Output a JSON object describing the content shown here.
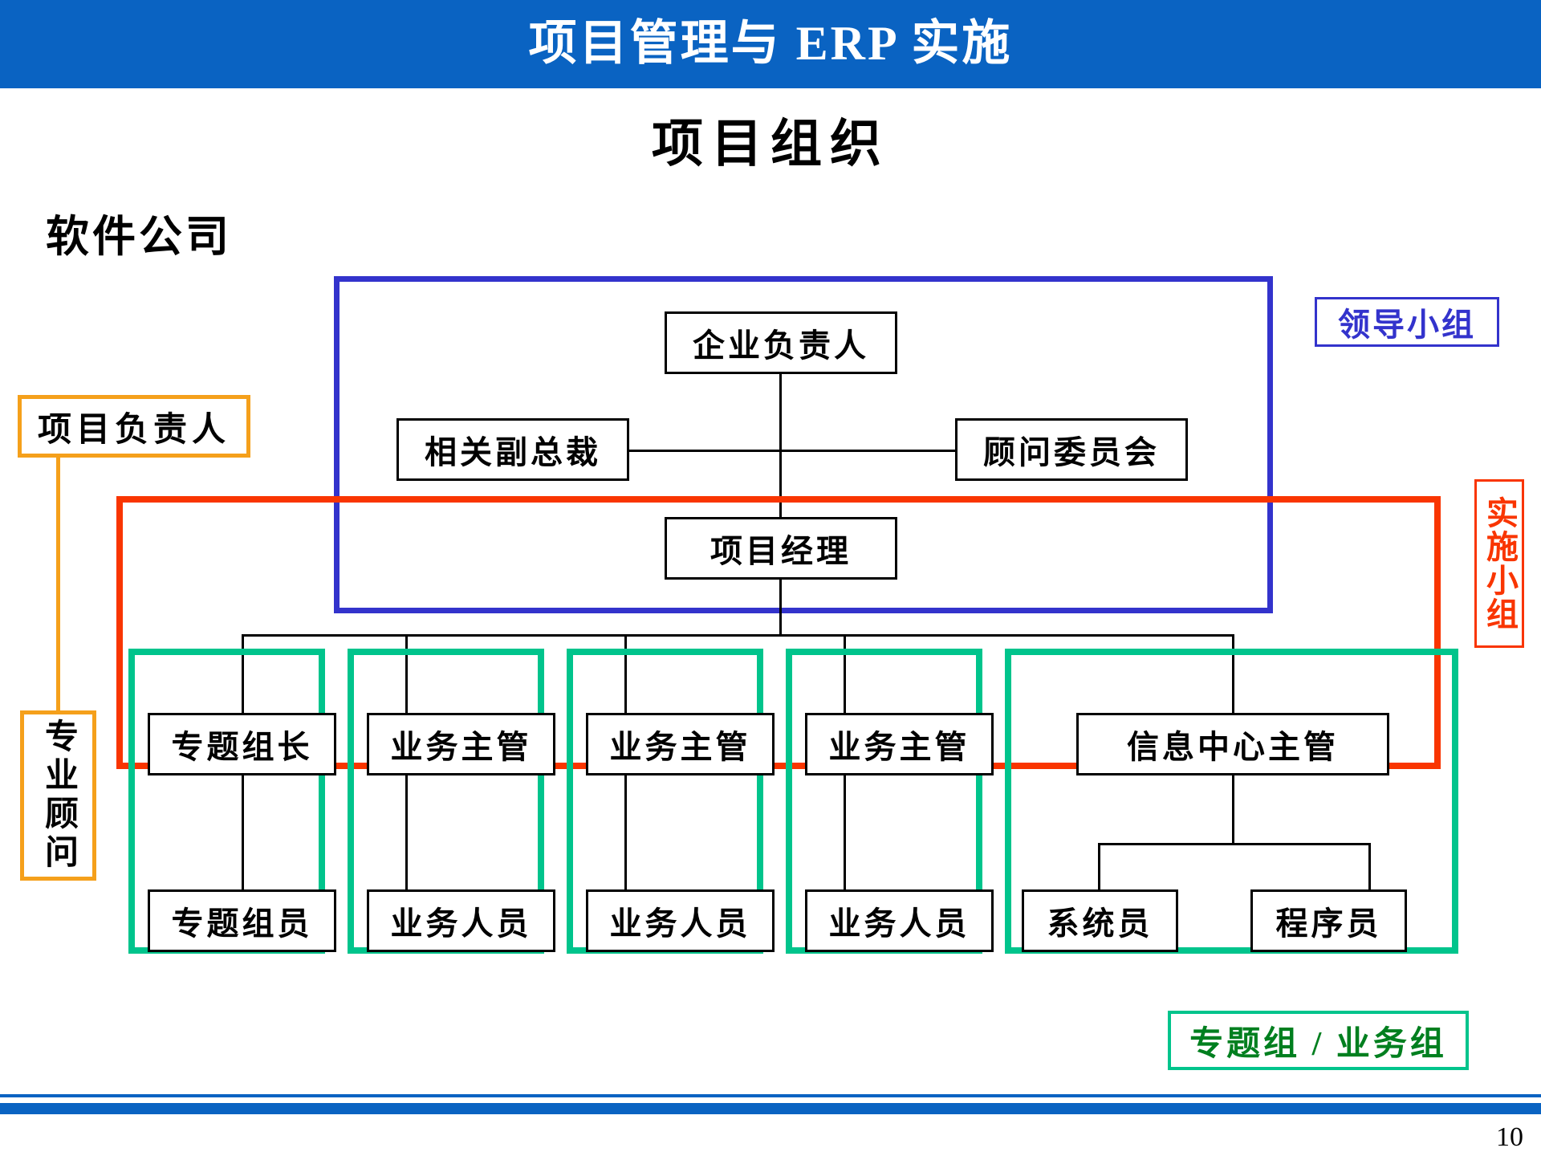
{
  "header": {
    "title": "项目管理与 ERP 实施"
  },
  "slide": {
    "title": "项目组织",
    "page_number": "10"
  },
  "labels": {
    "software_company": "软件公司",
    "project_owner": "项目负责人",
    "professional_advisor": "专业顾问",
    "leadership_group": "领导小组",
    "implementation_group": "实施小组",
    "topic_business_group": "专题组 / 业务组"
  },
  "colors": {
    "header_blue": "#0a63c2",
    "leadership_blue": "#3333cc",
    "implementation_red": "#f93500",
    "group_teal": "#00c48c",
    "owner_orange": "#f5a01b",
    "group_label_green": "#007f1f",
    "node_border": "#000000"
  },
  "chart_data": {
    "type": "org-chart",
    "title": "项目组织",
    "nodes": [
      {
        "id": "n1",
        "label": "企业负责人",
        "level": 0
      },
      {
        "id": "n2",
        "label": "相关副总裁",
        "level": 1
      },
      {
        "id": "n3",
        "label": "顾问委员会",
        "level": 1
      },
      {
        "id": "n4",
        "label": "项目经理",
        "level": 2
      },
      {
        "id": "n5",
        "label": "专题组长",
        "level": 3
      },
      {
        "id": "n6",
        "label": "业务主管",
        "level": 3
      },
      {
        "id": "n7",
        "label": "业务主管",
        "level": 3
      },
      {
        "id": "n8",
        "label": "业务主管",
        "level": 3
      },
      {
        "id": "n9",
        "label": "信息中心主管",
        "level": 3
      },
      {
        "id": "n10",
        "label": "专题组员",
        "level": 4
      },
      {
        "id": "n11",
        "label": "业务人员",
        "level": 4
      },
      {
        "id": "n12",
        "label": "业务人员",
        "level": 4
      },
      {
        "id": "n13",
        "label": "业务人员",
        "level": 4
      },
      {
        "id": "n14",
        "label": "系统员",
        "level": 4
      },
      {
        "id": "n15",
        "label": "程序员",
        "level": 4
      }
    ],
    "edges": [
      {
        "from": "n1",
        "to": "n4"
      },
      {
        "from": "n2",
        "to": "n3"
      },
      {
        "from": "n4",
        "to": "n5"
      },
      {
        "from": "n4",
        "to": "n6"
      },
      {
        "from": "n4",
        "to": "n7"
      },
      {
        "from": "n4",
        "to": "n8"
      },
      {
        "from": "n4",
        "to": "n9"
      },
      {
        "from": "n5",
        "to": "n10"
      },
      {
        "from": "n6",
        "to": "n11"
      },
      {
        "from": "n7",
        "to": "n12"
      },
      {
        "from": "n8",
        "to": "n13"
      },
      {
        "from": "n9",
        "to": "n14"
      },
      {
        "from": "n9",
        "to": "n15"
      }
    ],
    "groups": [
      {
        "label": "领导小组",
        "color": "#3333cc",
        "members": [
          "n1",
          "n2",
          "n3",
          "n4"
        ]
      },
      {
        "label": "实施小组",
        "color": "#f93500",
        "members": [
          "n4",
          "n5",
          "n6",
          "n7",
          "n8",
          "n9"
        ]
      },
      {
        "label": "专题组 / 业务组",
        "color": "#00c48c",
        "members": [
          "n5",
          "n10",
          "n6",
          "n11",
          "n7",
          "n12",
          "n8",
          "n13",
          "n9",
          "n14",
          "n15"
        ]
      },
      {
        "label": "项目负责人",
        "color": "#f5a01b",
        "members": []
      },
      {
        "label": "专业顾问",
        "color": "#f5a01b",
        "members": []
      }
    ],
    "side_annotations": [
      "软件公司",
      "项目负责人",
      "专业顾问",
      "领导小组",
      "实施小组",
      "专题组 / 业务组"
    ]
  }
}
